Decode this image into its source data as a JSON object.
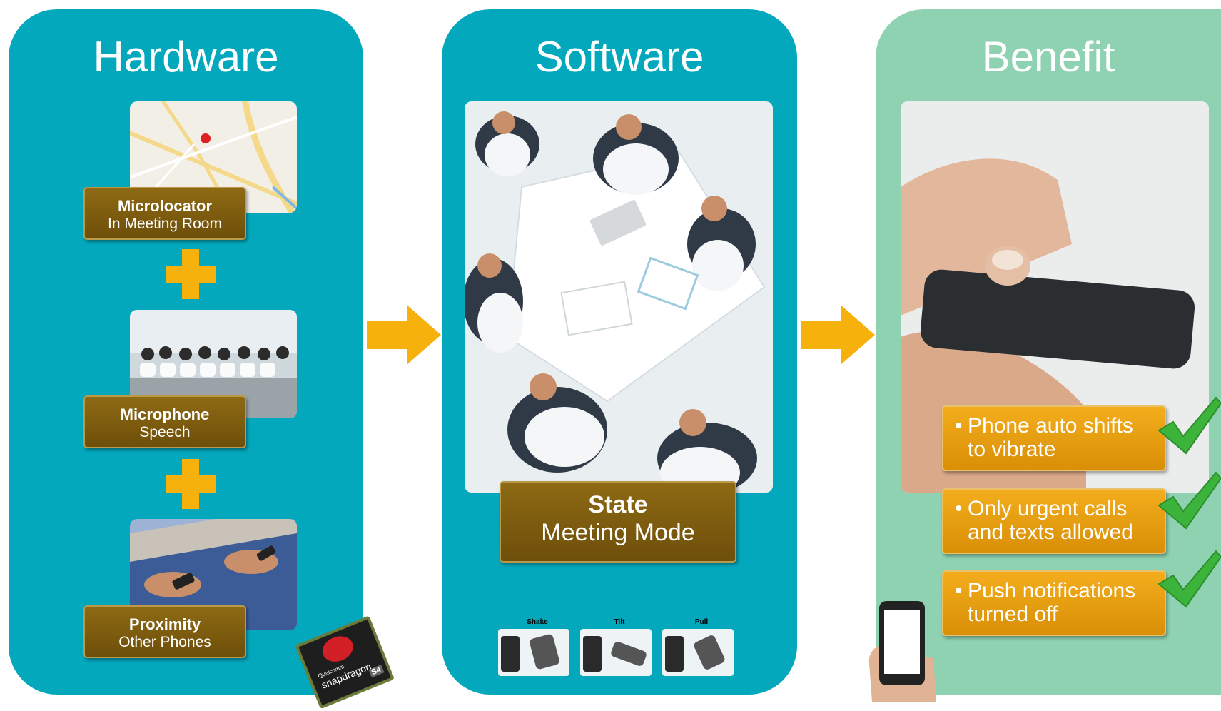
{
  "panels": {
    "hardware": {
      "title": "Hardware",
      "items": [
        {
          "bold": "Microlocator",
          "thin": "In Meeting Room"
        },
        {
          "bold": "Microphone",
          "thin": "Speech"
        },
        {
          "bold": "Proximity",
          "thin": "Other Phones"
        }
      ],
      "chip": {
        "brand": "Qualcomm",
        "name": "snapdragon",
        "badge": "S4"
      }
    },
    "software": {
      "title": "Software",
      "state": {
        "bold": "State",
        "thin": "Meeting Mode"
      },
      "gestures": [
        "Shake",
        "Tilt",
        "Pull"
      ]
    },
    "benefit": {
      "title": "Benefit",
      "bullets": [
        {
          "line1": "Phone auto shifts",
          "line2": "to vibrate"
        },
        {
          "line1": "Only urgent calls",
          "line2": "and texts allowed"
        },
        {
          "line1": "Push notifications",
          "line2": "turned off"
        }
      ]
    }
  },
  "colors": {
    "teal": "#03a8bd",
    "mint": "#8ed2b1",
    "arrow": "#f7b10d",
    "label_brown": "#7e5d10",
    "benefit_orange": "#e99d12",
    "check_green": "#3cb43c"
  },
  "icons": [
    "map-pin-icon",
    "plus-icon",
    "right-arrow-icon",
    "checkmark-icon",
    "phone-icon",
    "chip-icon"
  ]
}
